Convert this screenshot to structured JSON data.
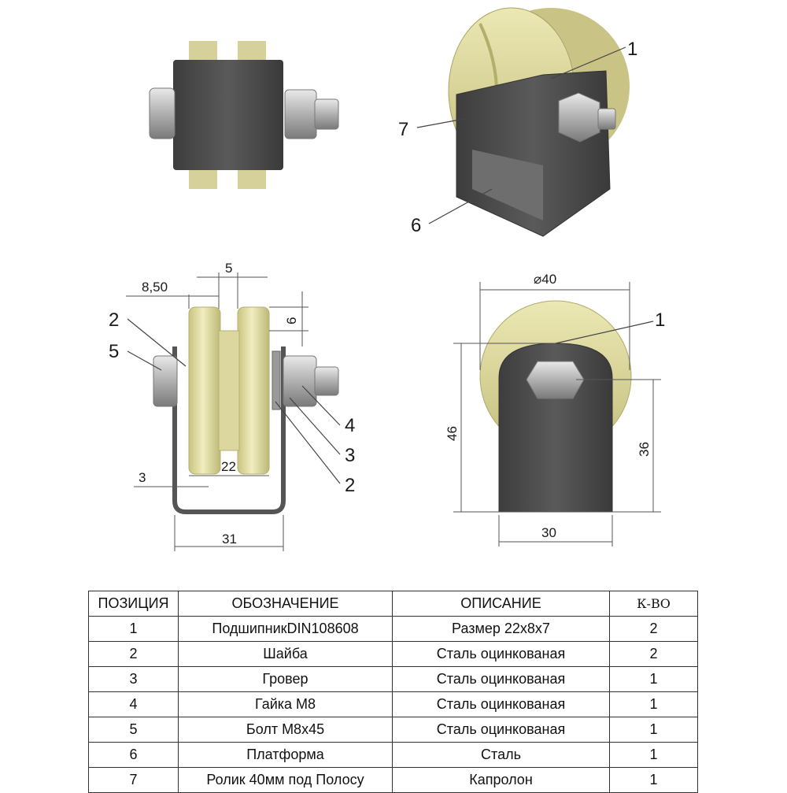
{
  "dimensions": {
    "w_8_50": "8,50",
    "w_5": "5",
    "h_6": "6",
    "w_3": "3",
    "w_22": "22",
    "w_31": "31",
    "dia_40": "⌀40",
    "h_46": "46",
    "h_36": "36",
    "w_30": "30"
  },
  "callouts": {
    "top_right_1": "1",
    "top_right_7": "7",
    "top_right_6": "6",
    "side_2a": "2",
    "side_5": "5",
    "side_4": "4",
    "side_3": "3",
    "side_2b": "2",
    "front_1": "1"
  },
  "colors": {
    "roller": "#d9d496",
    "steel_dark": "#4b4b4b",
    "bolt": "#c8c8c8"
  },
  "table": {
    "headers": [
      "ПОЗИЦИЯ",
      "ОБОЗНАЧЕНИЕ",
      "ОПИСАНИЕ",
      "К-ВО"
    ],
    "rows": [
      [
        "1",
        "ПодшипникDIN108608",
        "Размер 22x8x7",
        "2"
      ],
      [
        "2",
        "Шайба",
        "Сталь оцинкованая",
        "2"
      ],
      [
        "3",
        "Гровер",
        "Сталь оцинкованая",
        "1"
      ],
      [
        "4",
        "Гайка М8",
        "Сталь оцинкованая",
        "1"
      ],
      [
        "5",
        "Болт М8x45",
        "Сталь оцинкованая",
        "1"
      ],
      [
        "6",
        "Платформа",
        "Сталь",
        "1"
      ],
      [
        "7",
        "Ролик 40мм под Полосу",
        "Капролон",
        "1"
      ]
    ]
  }
}
